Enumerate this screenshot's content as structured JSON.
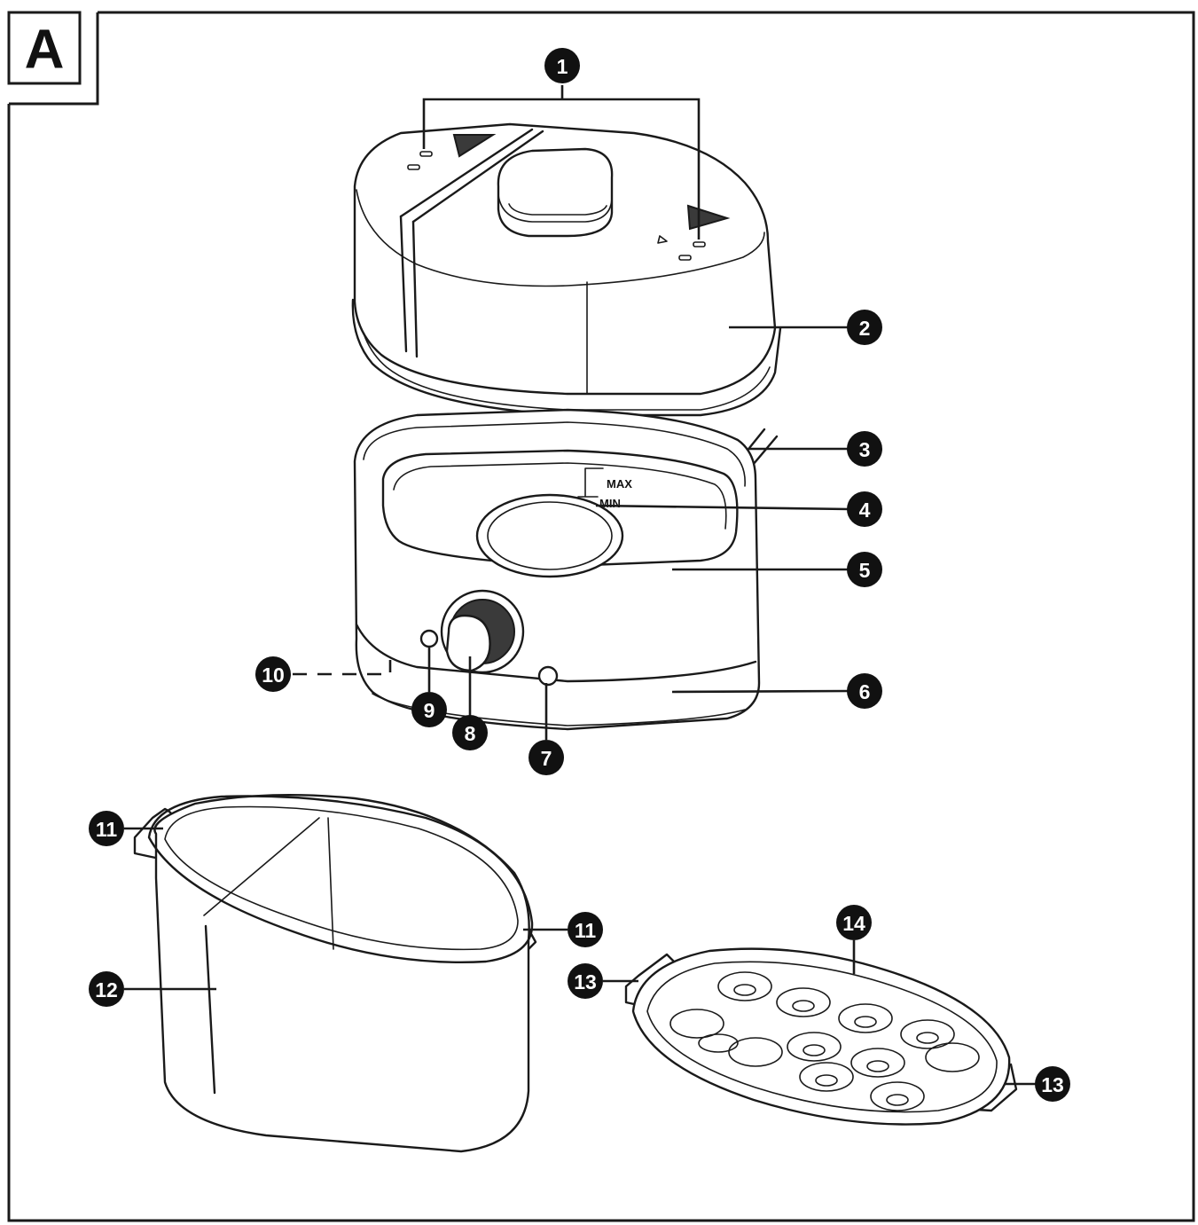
{
  "figure_letter": "A",
  "water_marks": {
    "max": "MAX",
    "min": "MIN"
  },
  "callouts": [
    {
      "id": "c1",
      "label": "1"
    },
    {
      "id": "c2",
      "label": "2"
    },
    {
      "id": "c3",
      "label": "3"
    },
    {
      "id": "c4",
      "label": "4"
    },
    {
      "id": "c5",
      "label": "5"
    },
    {
      "id": "c6",
      "label": "6"
    },
    {
      "id": "c7",
      "label": "7"
    },
    {
      "id": "c8",
      "label": "8"
    },
    {
      "id": "c9",
      "label": "9"
    },
    {
      "id": "c10",
      "label": "10"
    },
    {
      "id": "c11a",
      "label": "11"
    },
    {
      "id": "c11b",
      "label": "11"
    },
    {
      "id": "c12",
      "label": "12"
    },
    {
      "id": "c13a",
      "label": "13"
    },
    {
      "id": "c13b",
      "label": "13"
    },
    {
      "id": "c14",
      "label": "14"
    }
  ]
}
